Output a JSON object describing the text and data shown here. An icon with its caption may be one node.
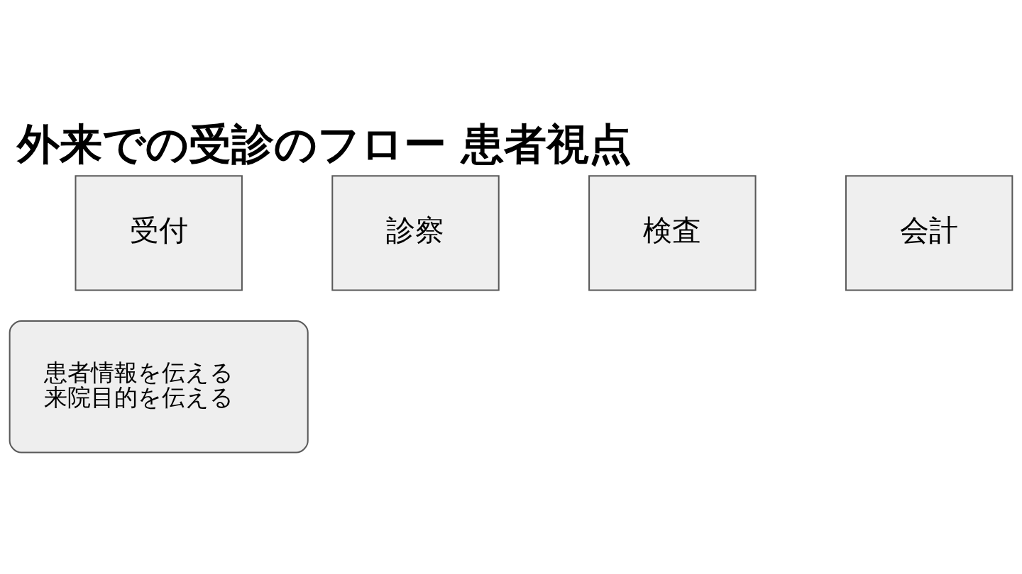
{
  "diagram": {
    "title": "外来での受診のフロー 患者視点",
    "nodes": [
      {
        "text": [
          "受付"
        ]
      },
      {
        "text": [
          "診察"
        ]
      },
      {
        "text": [
          "検査"
        ]
      },
      {
        "text": [
          "会計"
        ]
      },
      {
        "text": [
          "患者情報を伝える",
          "来院目的を伝える"
        ]
      }
    ],
    "edges": []
  }
}
